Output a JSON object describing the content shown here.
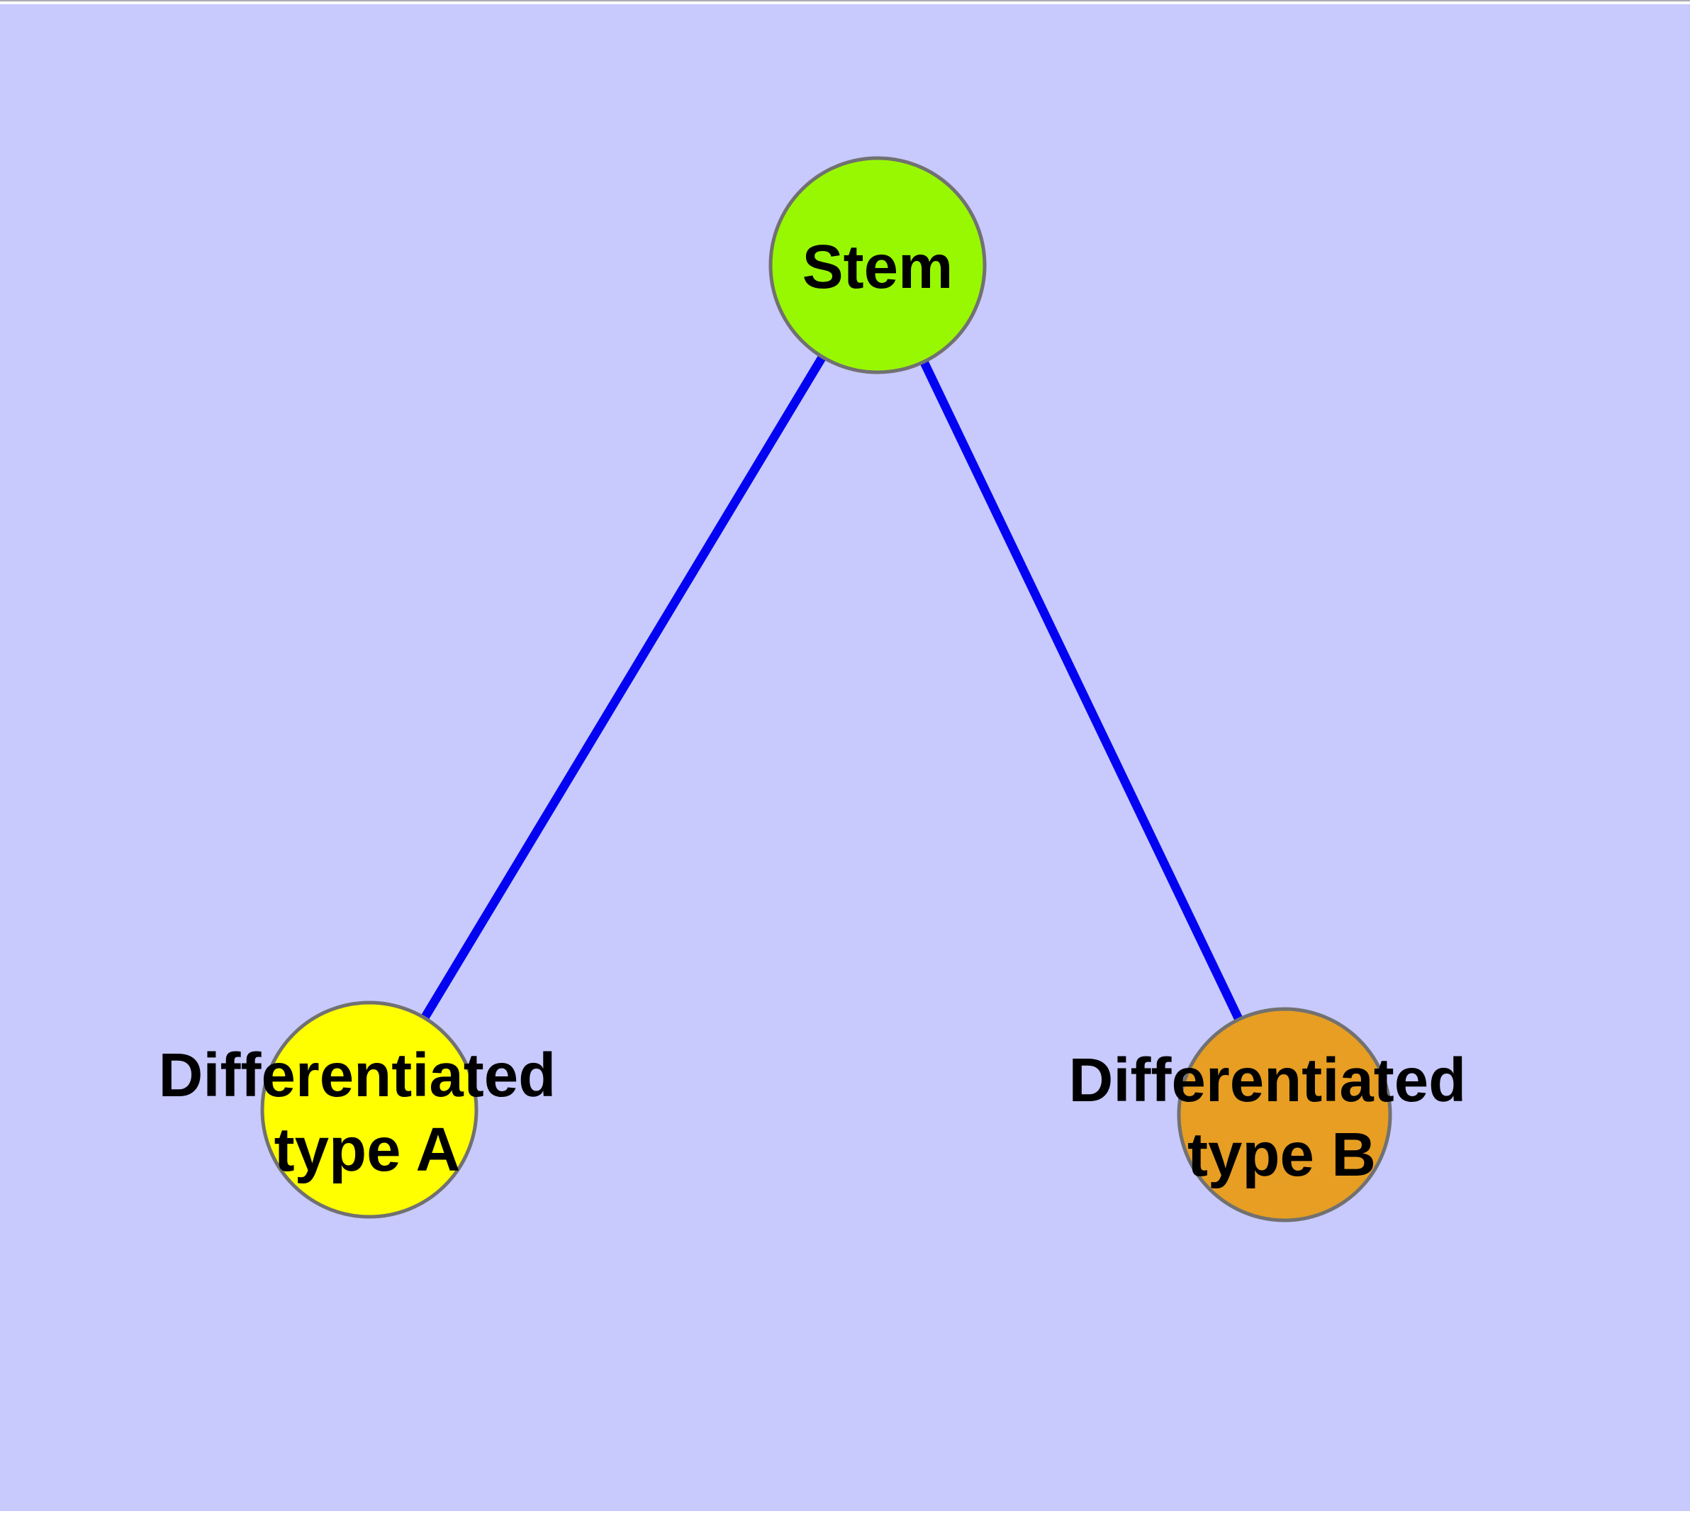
{
  "diagram": {
    "type": "network-graph",
    "background_color": "#C8C9FC",
    "frame_color": "#FFFFFF",
    "edge_color": "#0303F2",
    "node_border_color": "#717171",
    "label_color": "#000000",
    "nodes": [
      {
        "id": "stem",
        "label_lines": [
          "Stem"
        ],
        "fill": "#98F802"
      },
      {
        "id": "differentiated-type-a",
        "label_lines": [
          "Differentiated",
          "type A"
        ],
        "fill": "#FFFF00"
      },
      {
        "id": "differentiated-type-b",
        "label_lines": [
          "Differentiated",
          "type B"
        ],
        "fill": "#E79E22"
      }
    ],
    "edges": [
      {
        "from": "Stem",
        "to": "Differentiated type A"
      },
      {
        "from": "Stem",
        "to": "Differentiated type B"
      }
    ]
  }
}
